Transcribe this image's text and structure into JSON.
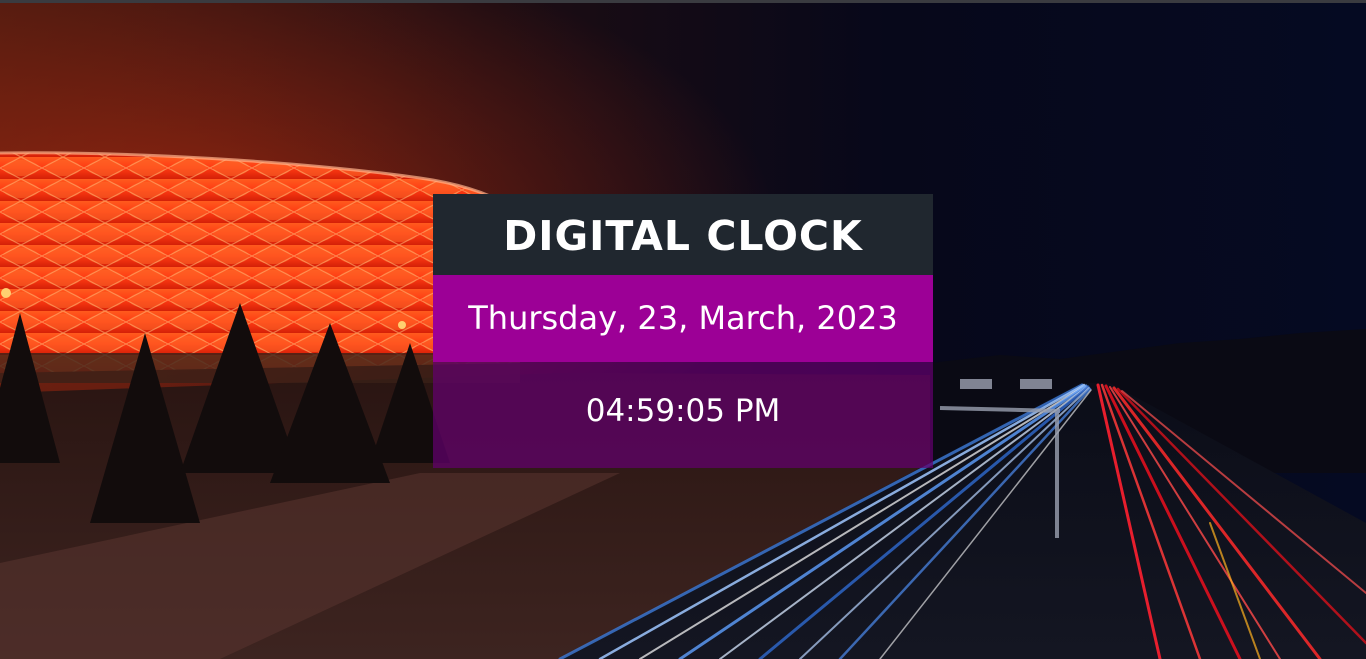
{
  "clock": {
    "title": "DIGITAL CLOCK",
    "date": "Thursday, 23, March, 2023",
    "time": "04:59:05 PM"
  },
  "colors": {
    "title_background": "#20272f",
    "date_background": "#9c0096",
    "time_background": "#62006e",
    "text": "#ffffff"
  }
}
